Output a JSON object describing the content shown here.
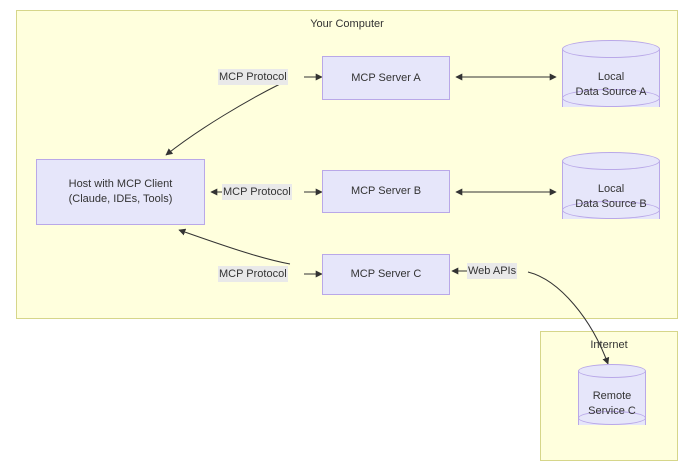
{
  "diagram": {
    "title_visible": false,
    "colors": {
      "group_fill": "#ffffdd",
      "group_border": "#d6d68a",
      "node_fill": "#e6e6fa",
      "node_border": "#b9a8e8",
      "text": "#333333",
      "edge": "#333333",
      "label_bg": "#e9e9e9",
      "page_bg": "#ffffff"
    },
    "groups": [
      {
        "id": "your-computer",
        "label": "Your Computer"
      },
      {
        "id": "internet",
        "label": "Internet"
      }
    ],
    "nodes": {
      "host": {
        "line1": "Host with MCP Client",
        "line2": "(Claude, IDEs, Tools)"
      },
      "server_a": {
        "label": "MCP Server A"
      },
      "server_b": {
        "label": "MCP Server B"
      },
      "server_c": {
        "label": "MCP Server C"
      },
      "data_source_a": {
        "line1": "Local",
        "line2": "Data Source A"
      },
      "data_source_b": {
        "line1": "Local",
        "line2": "Data Source B"
      },
      "remote_service_c": {
        "line1": "Remote",
        "line2": "Service C"
      }
    },
    "edge_labels": {
      "mcp_protocol_a": "MCP Protocol",
      "mcp_protocol_b": "MCP Protocol",
      "mcp_protocol_c": "MCP Protocol",
      "web_apis": "Web APIs"
    }
  }
}
